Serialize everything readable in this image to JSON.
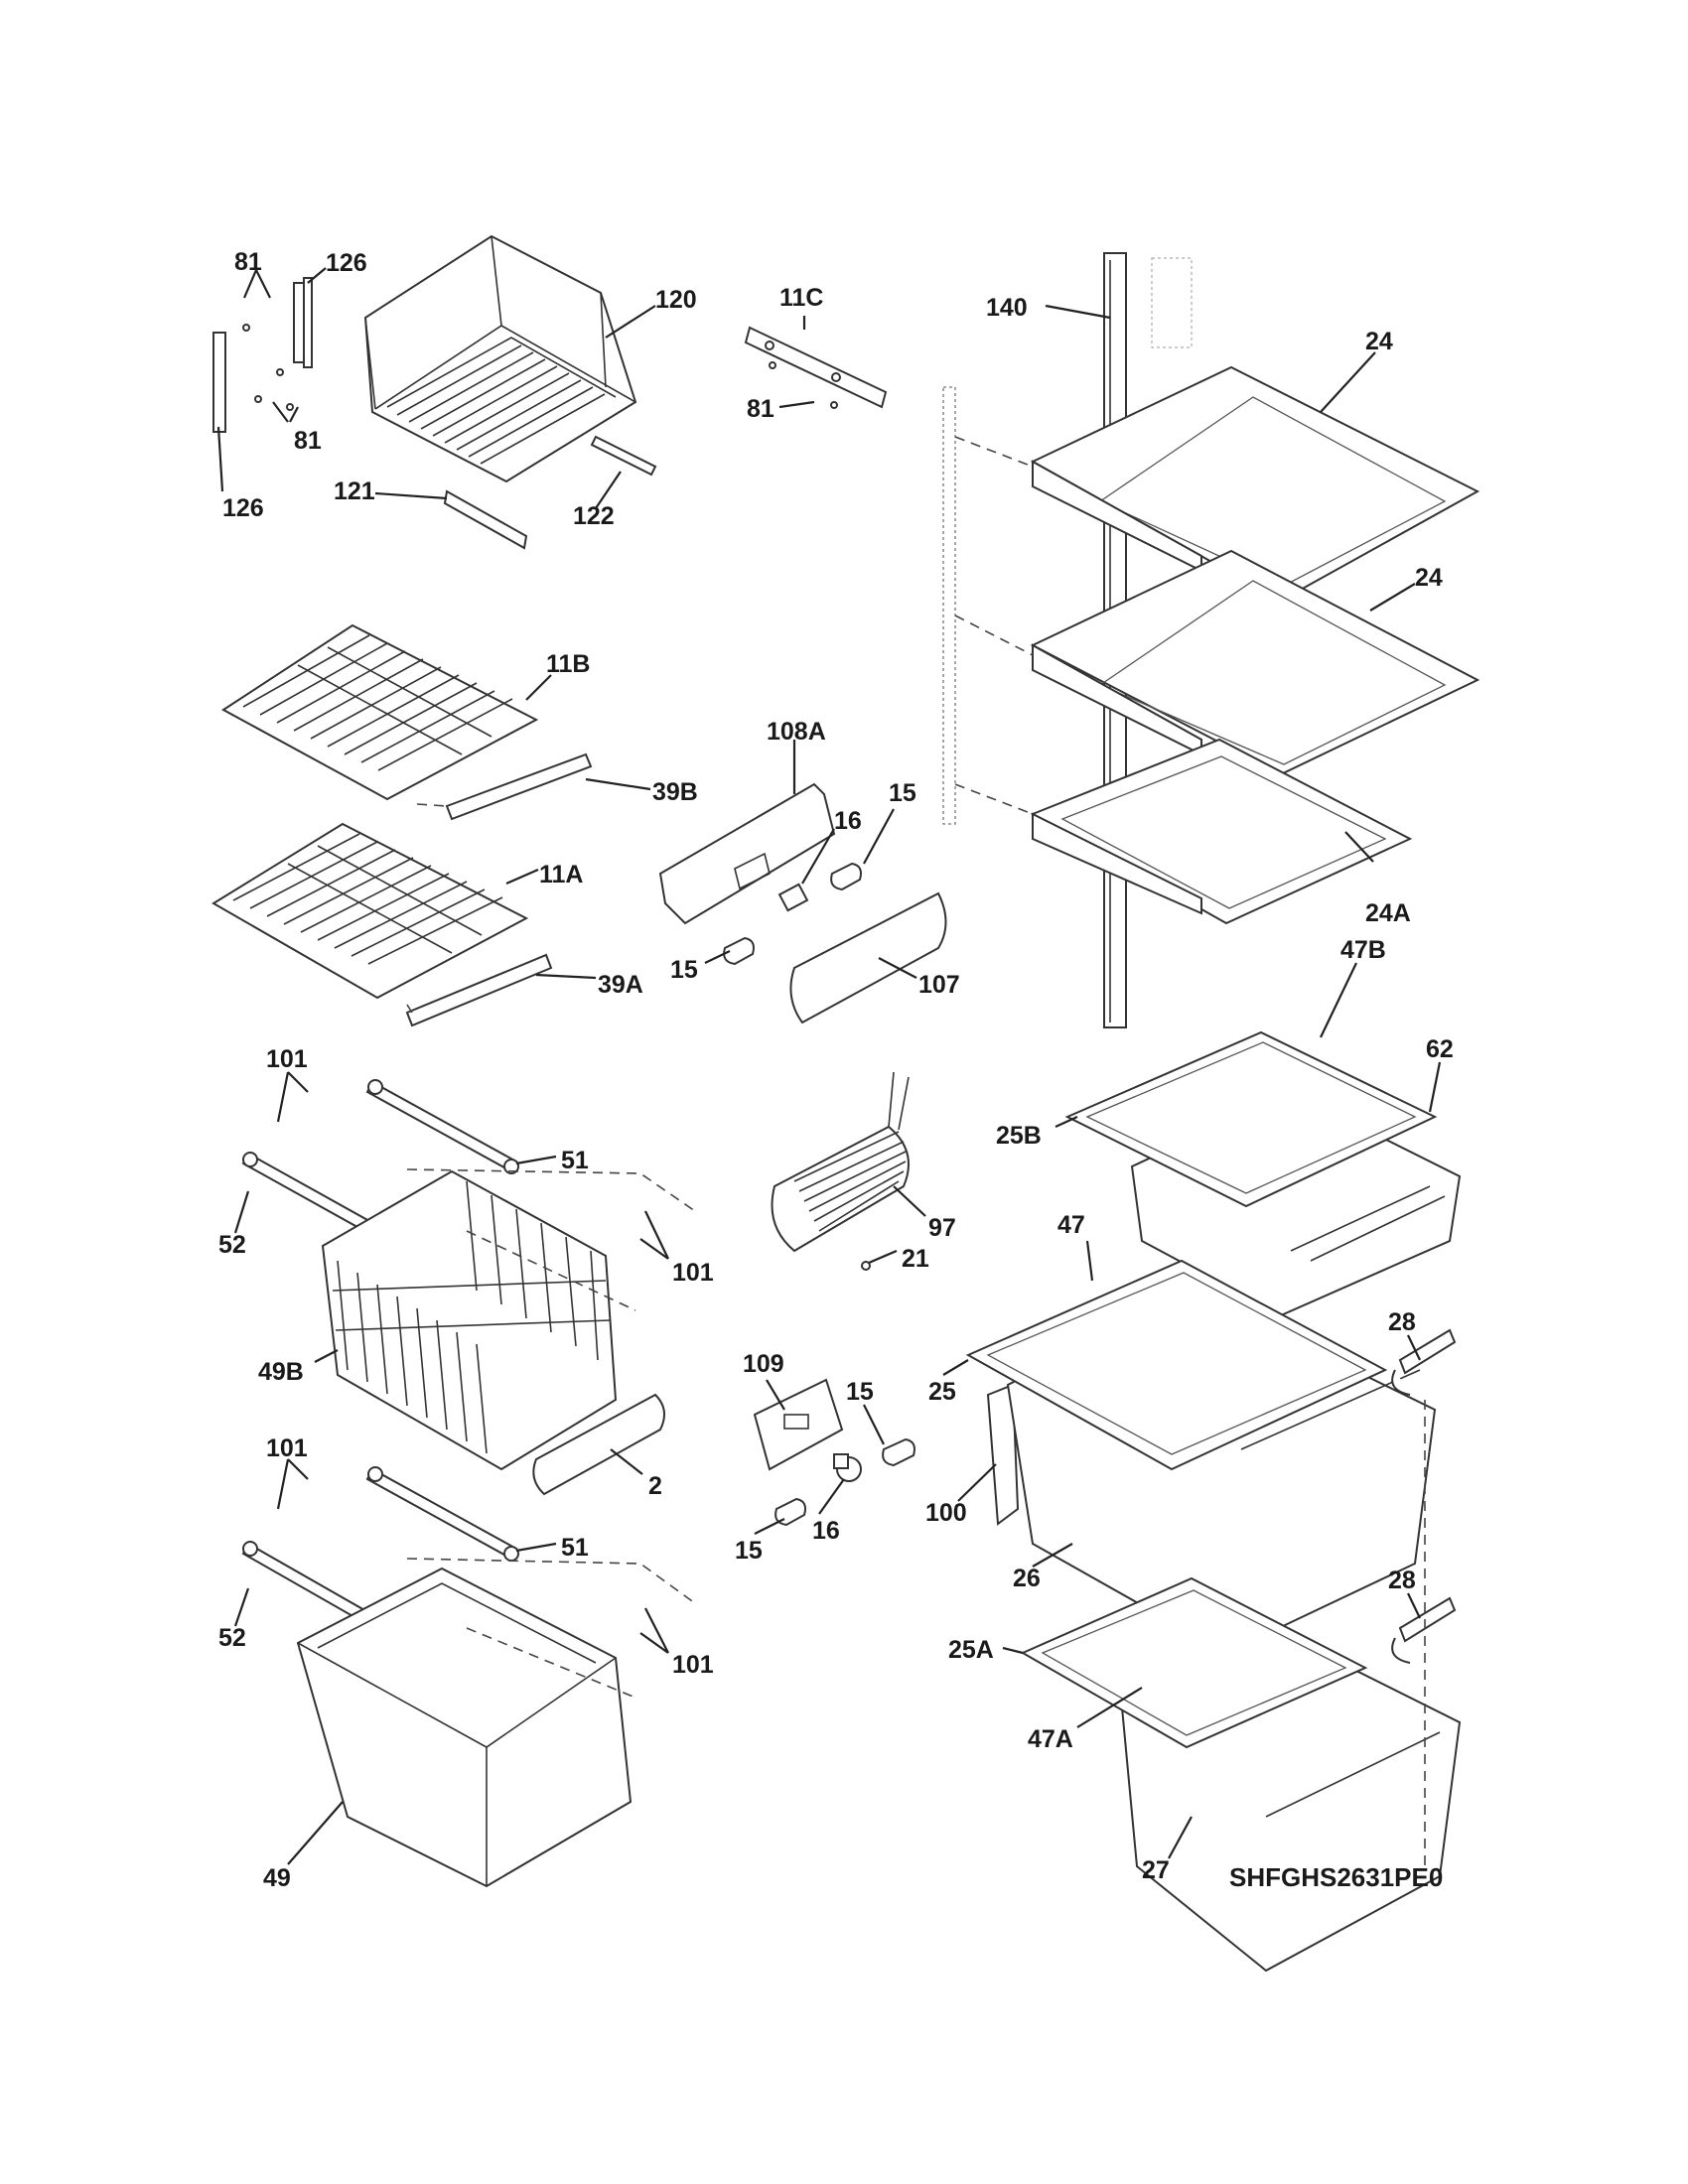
{
  "diagram": {
    "code": "SHFGHS2631PE0",
    "labels": {
      "l81a": "81",
      "l126a": "126",
      "l120": "120",
      "l81b": "81",
      "l126b": "126",
      "l121": "121",
      "l122": "122",
      "l11c": "11C",
      "l81c": "81",
      "l140": "140",
      "l24a": "24",
      "l24b": "24",
      "l24A": "24A",
      "l11b": "11B",
      "l39b": "39B",
      "l11a": "11A",
      "l39a": "39A",
      "l108a": "108A",
      "l15a": "15",
      "l16a": "16",
      "l15b": "15",
      "l107": "107",
      "l47b": "47B",
      "l62": "62",
      "l25b": "25B",
      "l101a": "101",
      "l51a": "51",
      "l52a": "52",
      "l101b": "101",
      "l49b": "49B",
      "l2": "2",
      "l97": "97",
      "l21": "21",
      "l47": "47",
      "l28a": "28",
      "l25": "25",
      "l109": "109",
      "l15c": "15",
      "l16b": "16",
      "l15d": "15",
      "l100": "100",
      "l26": "26",
      "l101c": "101",
      "l51b": "51",
      "l52b": "52",
      "l101d": "101",
      "l49": "49",
      "l28b": "28",
      "l25a": "25A",
      "l47a": "47A",
      "l27": "27"
    }
  }
}
